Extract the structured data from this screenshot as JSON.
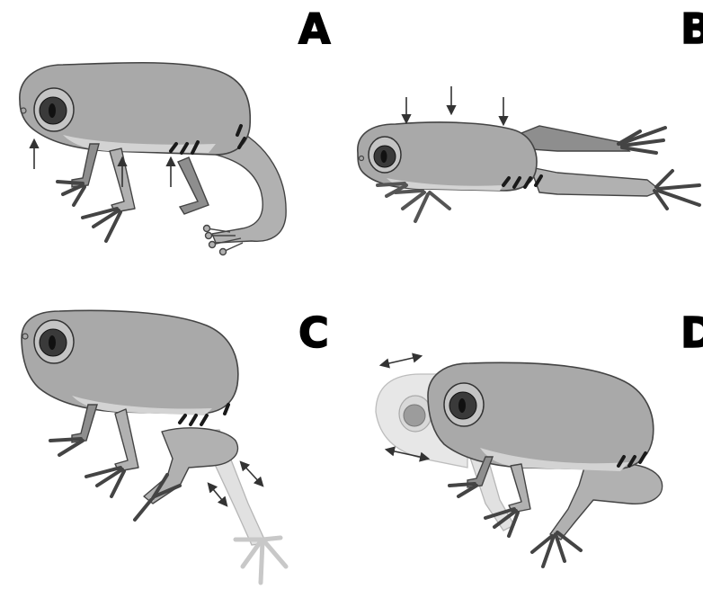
{
  "panels": [
    {
      "id": "A",
      "label": "A"
    },
    {
      "id": "B",
      "label": "B"
    },
    {
      "id": "C",
      "label": "C"
    },
    {
      "id": "D",
      "label": "D"
    }
  ],
  "colors": {
    "frog_body": "#a9a9a9",
    "frog_belly": "#d3d3d3",
    "ghost_frog": "#e7e7e7",
    "stripe": "#1a1a1a",
    "arrow": "#333333",
    "background": "#ffffff"
  },
  "arrows": {
    "A": "up",
    "B": "down",
    "C": "double-headed",
    "D": "double-headed"
  }
}
